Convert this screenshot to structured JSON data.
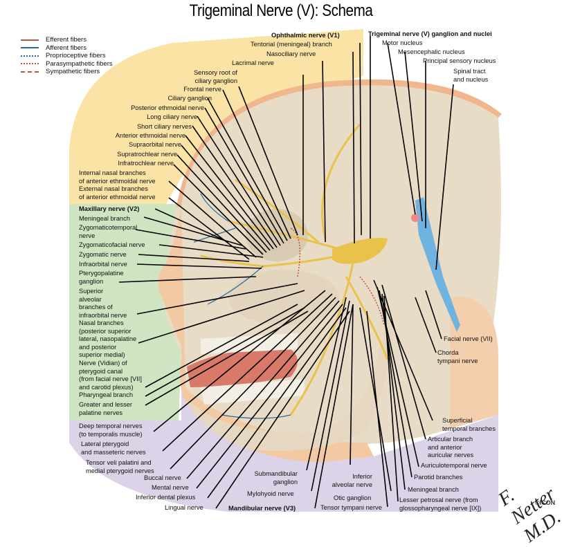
{
  "title": "Trigeminal Nerve (V): Schema",
  "colors": {
    "ophthalmic_zone": "#fbe3a6",
    "maxillary_zone": "#cfe5c1",
    "mandibular_zone": "#ddd3e8",
    "skin": "#f2c9a2",
    "bone": "#e8dcc8",
    "efferent": "#c0533f",
    "afferent": "#2a6a9a",
    "nerve_yellow": "#e8c24a",
    "nucleus_blue": "#6fb4e0"
  },
  "legend": [
    {
      "label": "Efferent fibers",
      "color": "#c0533f",
      "style": "solid"
    },
    {
      "label": "Afferent fibers",
      "color": "#2a6a9a",
      "style": "solid"
    },
    {
      "label": "Proprioceptive fibers",
      "color": "#2a6a9a",
      "style": "dotted"
    },
    {
      "label": "Parasympathetic fibers",
      "color": "#c0533f",
      "style": "dotted"
    },
    {
      "label": "Sympathetic fibers",
      "color": "#c0533f",
      "style": "dashed"
    }
  ],
  "ophthalmic": {
    "heading": "Ophthalmic nerve (V1)",
    "labels": [
      "Tentorial (meningeal) branch",
      "Nasociliary nerve",
      "Lacrimal nerve",
      "Sensory root of\nciliary ganglion",
      "Frontal nerve",
      "Ciliary ganglion",
      "Posterior ethmoidal nerve",
      "Long ciliary nerve",
      "Short ciliary nerves",
      "Anterior ethmoidal nerve",
      "Supraorbital nerve",
      "Supratrochlear nerve",
      "Infratrochlear nerve",
      "Internal nasal branches\nof anterior ethmoidal nerve",
      "External nasal branches\nof anterior ethmoidal nerve"
    ]
  },
  "ganglion": {
    "heading": "Trigeminal nerve (V) ganglion and nuclei",
    "labels": [
      "Motor nucleus",
      "Mesencephalic nucleus",
      "Principal sensory nucleus",
      "Spinal tract\nand nucleus"
    ]
  },
  "maxillary": {
    "heading": "Maxillary nerve (V2)",
    "labels": [
      "Meningeal branch",
      "Zygomaticotemporal\nnerve",
      "Zygomaticofacial nerve",
      "Zygomatic nerve",
      "Infraorbital nerve",
      "Pterygopalatine\nganglion",
      "Superior\nalveolar\nbranches of\ninfraorbital nerve",
      "Nasal branches\n(posterior superior\nlateral, nasopalatine\nand posterior\nsuperior medial)",
      "Nerve (Vidian) of\npterygoid canal\n(from facial nerve [VII]\nand carotid plexus)",
      "Pharyngeal branch",
      "Greater and lesser\npalatine nerves"
    ]
  },
  "mandibular": {
    "heading": "Mandibular nerve (V3)",
    "left_labels": [
      "Deep temporal nerves\n(to temporalis muscle)",
      "Lateral pterygoid\nand masseteric nerves",
      "Tensor veli palatini and\nmedial pterygoid nerves",
      "Buccal nerve",
      "Mental nerve",
      "Inferior dental plexus",
      "Lingual nerve"
    ],
    "bottom_labels": [
      "Submandibular\nganglion",
      "Mylohyoid nerve",
      "Inferior\nalveolar nerve",
      "Otic ganglion",
      "Tensor tympani nerve"
    ],
    "right_labels": [
      "Superficial\ntemporal branches",
      "Articular branch\nand anterior\nauricular nerves",
      "Auriculotemporal nerve",
      "Parotid branches",
      "Meningeal branch",
      "Lesser petrosal nerve (from\nglossopharyngeal nerve [IX])"
    ]
  },
  "other_labels": [
    "Facial nerve (VII)",
    "Chorda\ntympani nerve"
  ],
  "signature": {
    "text": "F. Netter M.D.",
    "mark": "©ICON"
  }
}
